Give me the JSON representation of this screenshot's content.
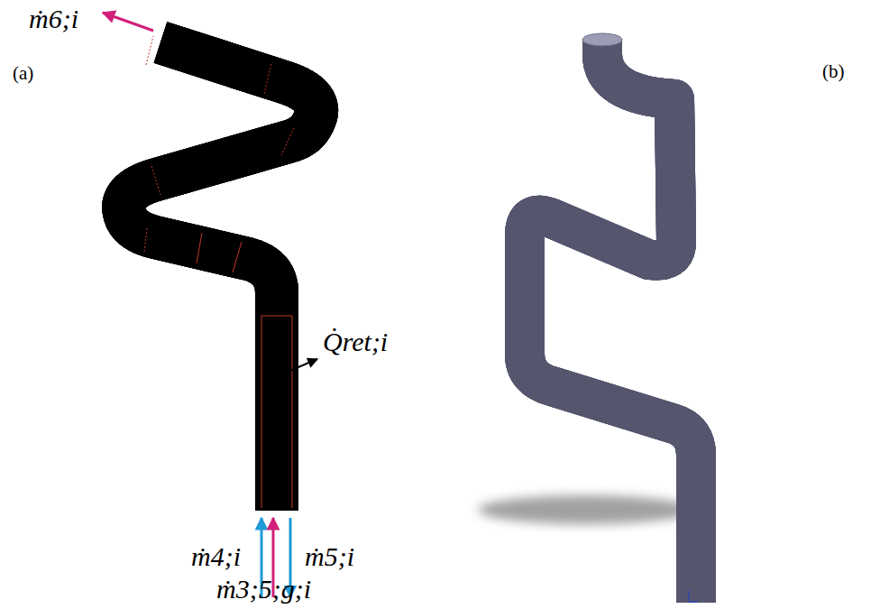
{
  "diagram": {
    "labels": [
      "ṁ6;i",
      "(a)",
      "(b)",
      "Q̇ret;i",
      "ṁ4;i",
      "ṁ5;i",
      "ṁ3;5;g;i"
    ]
  }
}
